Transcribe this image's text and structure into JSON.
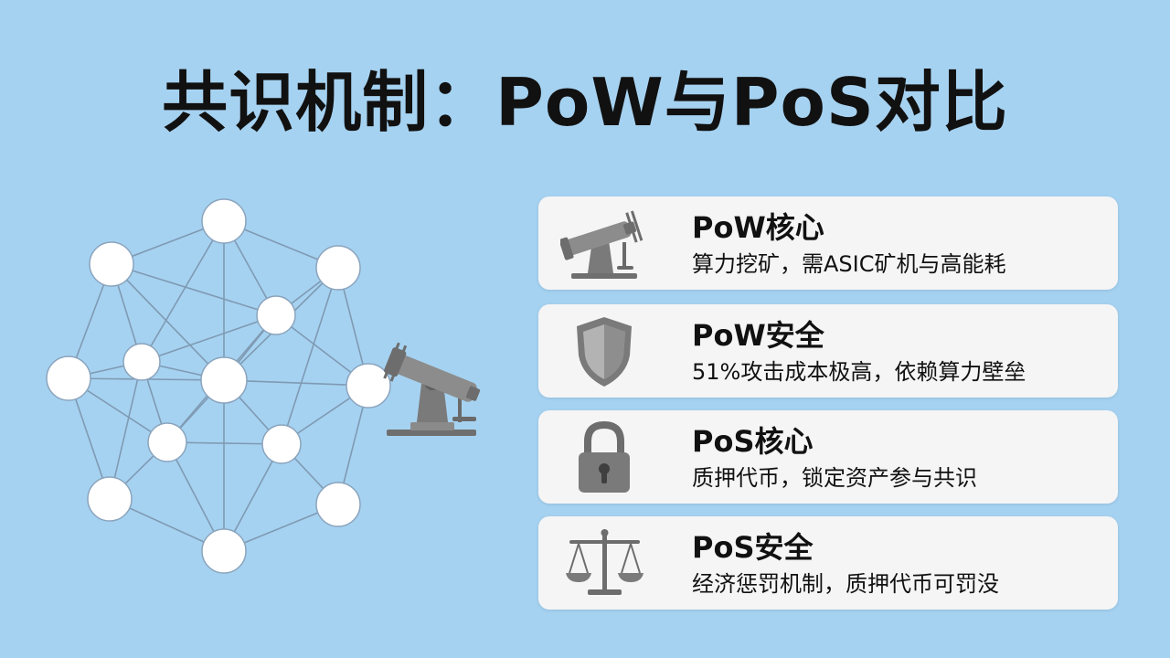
{
  "title": "共识机制：PoW与PoS对比",
  "colors": {
    "background": "#a6d2f1",
    "card": "#f5f5f5",
    "node_fill": "#ffffff",
    "node_stroke": "#8aa4bd",
    "edge": "#7f9ab3",
    "icon_gray": "#7a7a7a"
  },
  "cards": [
    {
      "icon": "mining-rig-icon",
      "title": "PoW核心",
      "desc": "算力挖矿，需ASIC矿机与高能耗"
    },
    {
      "icon": "shield-icon",
      "title": "PoW安全",
      "desc": "51%攻击成本极高，依赖算力壁垒"
    },
    {
      "icon": "padlock-icon",
      "title": "PoS核心",
      "desc": "质押代币，锁定资产参与共识"
    },
    {
      "icon": "balance-scale-icon",
      "title": "PoS安全",
      "desc": "经济惩罚机制，质押代币可罚没"
    }
  ]
}
